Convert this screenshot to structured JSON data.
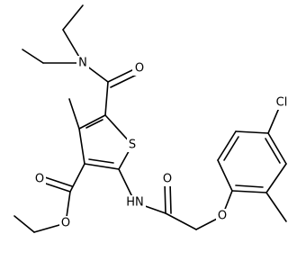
{
  "atoms": {
    "diethyl_n": "N",
    "amide1_o": "O",
    "thiophene_s": "S",
    "ester_o_carbonyl": "O",
    "ester_o_ether": "O",
    "amide2_nh": "HN",
    "amide2_o": "O",
    "ether_o": "O",
    "chloro": "Cl"
  },
  "colors": {
    "ink": "#000000",
    "background": "#ffffff"
  }
}
